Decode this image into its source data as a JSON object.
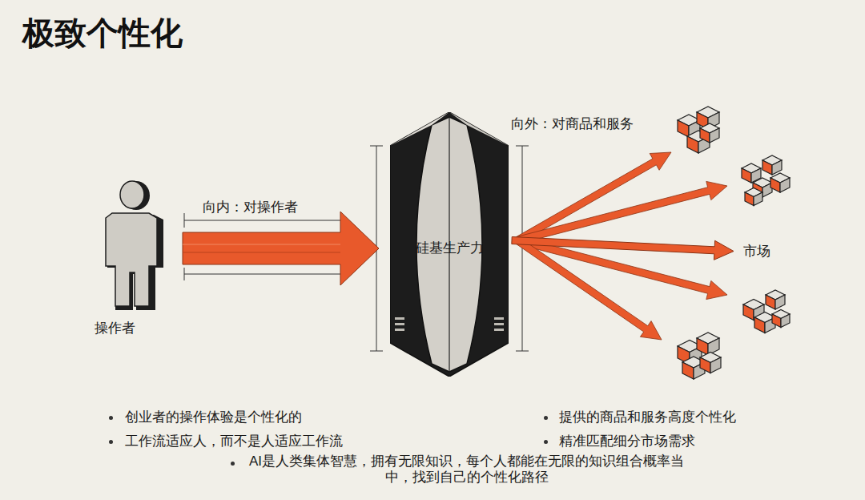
{
  "diagram": {
    "title": "极致个性化",
    "nodes": [
      {
        "text": [
          "操作者"
        ]
      },
      {
        "text": [
          "硅基生产力"
        ]
      },
      {
        "text": [
          "市场"
        ]
      }
    ],
    "edges": [
      {
        "from": 0,
        "to": 1,
        "arrow": "to",
        "label": "向内：对操作者"
      },
      {
        "from": 1,
        "to": 2,
        "arrow": "to"
      }
    ],
    "labels": [
      "向外：对商品和服务",
      "创业者的操作体验是个性化的",
      "工作流适应人，而不是人适应工作流",
      "提供的商品和服务高度个性化",
      "精准匹配细分市场需求",
      "AI是人类集体智慧，拥有无限知识，每个人都能在无限的知识组合概率当中，找到自己的个性化路径"
    ]
  }
}
